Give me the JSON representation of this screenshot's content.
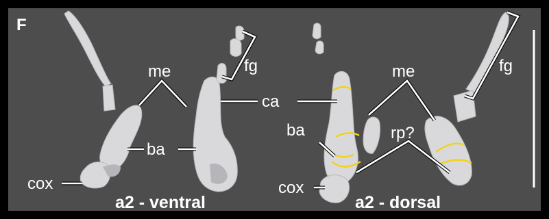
{
  "panel_letter": "F",
  "labels": {
    "me_left": "me",
    "me_right": "me",
    "fg_left": "fg",
    "fg_right": "fg",
    "ca": "ca",
    "ba_left": "ba",
    "ba_right": "ba",
    "cox_left": "cox",
    "cox_right": "cox",
    "rp": "rp?"
  },
  "captions": {
    "left": "a2 - ventral",
    "right": "a2 - dorsal"
  },
  "colors": {
    "background": "#4d4d4d",
    "frame": "#000000",
    "specimen": "#d9d9dc",
    "annotation_lines": "#ffffff",
    "segment_outline": "#f2d21a"
  }
}
